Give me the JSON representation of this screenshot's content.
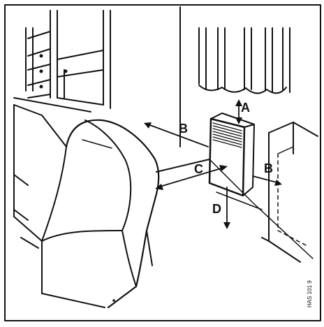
{
  "labels": {
    "a": "A",
    "b_left": "B",
    "b_right": "B",
    "c": "C",
    "d": "D"
  },
  "figure_code": "HAS 101 9"
}
